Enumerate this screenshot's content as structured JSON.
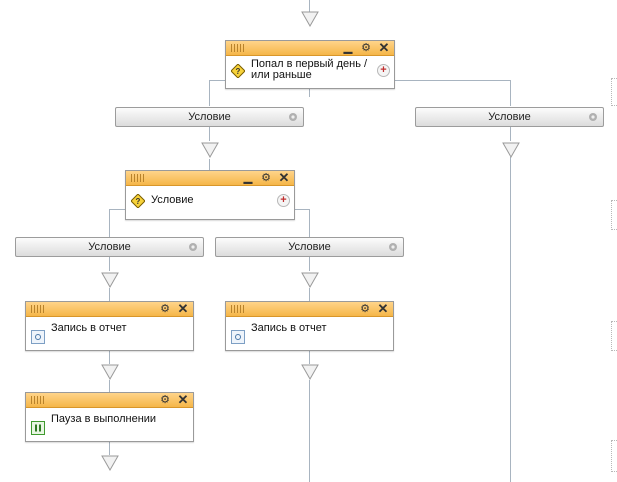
{
  "blocks": {
    "first_day": {
      "label": "Попал в первый день / или раньше",
      "type_icon": "condition-diamond-icon"
    },
    "condition_inner": {
      "label": "Условие",
      "type_icon": "condition-diamond-icon"
    },
    "report_left": {
      "label": "Запись в отчет",
      "type_icon": "report-record-icon"
    },
    "report_right": {
      "label": "Запись в отчет",
      "type_icon": "report-record-icon"
    },
    "pause": {
      "label": "Пауза в выполнении",
      "type_icon": "pause-icon"
    }
  },
  "branches": {
    "top_left": "Условие",
    "top_right": "Условие",
    "inner_left": "Условие",
    "inner_right": "Условие"
  },
  "colors": {
    "header_top": "#ffd48a",
    "header_bottom": "#f5b649",
    "connector": "#a8b4c0"
  }
}
